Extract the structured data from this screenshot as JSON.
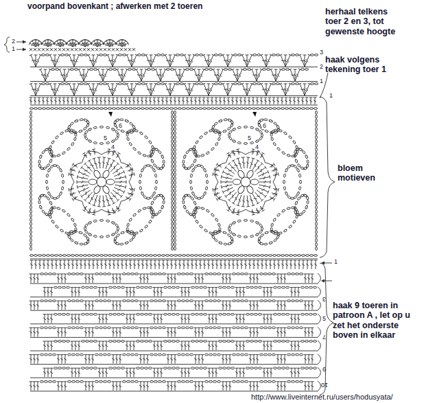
{
  "diagram": {
    "title": "voorpand bovenkant ; afwerken met 2 toeren",
    "labels": [
      "herhaal telkens toer 2 en 3, tot gewenste hoogte",
      "2",
      "1",
      "3",
      "2",
      "haak volgens tekening toer 1",
      "1",
      "1",
      "6",
      "6",
      "5",
      "4",
      "5",
      "4",
      "bloem motieven",
      "1",
      "3",
      "haak 9 toeren in patroon A , let op u zet het onderste boven in elkaar",
      "5",
      "7",
      "6",
      "10",
      "http://www.liveinternet.ru/users/hodusyata/"
    ]
  }
}
